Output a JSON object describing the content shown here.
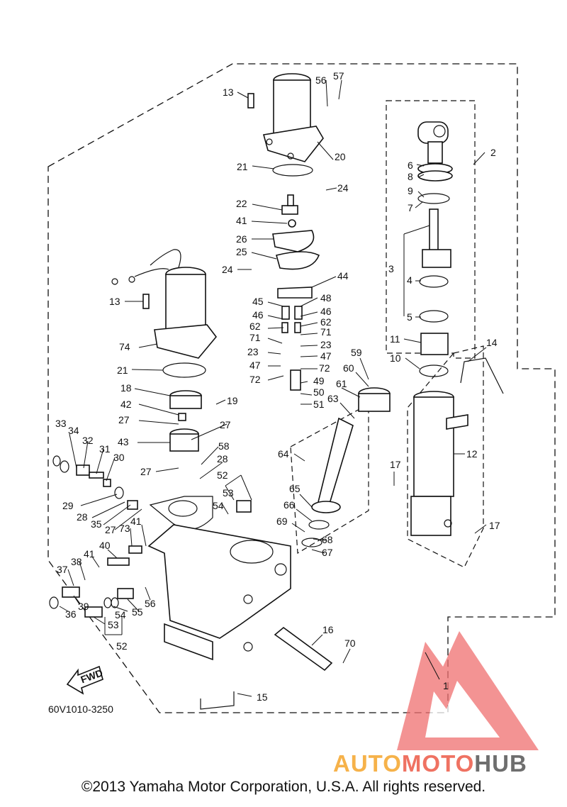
{
  "diagram": {
    "code": "60V1010-3250",
    "fwd": "FWD",
    "callouts": [
      {
        "id": "1",
        "text": "1"
      },
      {
        "id": "2",
        "text": "2"
      },
      {
        "id": "3",
        "text": "3"
      },
      {
        "id": "4",
        "text": "4"
      },
      {
        "id": "5",
        "text": "5"
      },
      {
        "id": "6",
        "text": "6"
      },
      {
        "id": "7",
        "text": "7"
      },
      {
        "id": "8",
        "text": "8"
      },
      {
        "id": "9",
        "text": "9"
      },
      {
        "id": "10",
        "text": "10"
      },
      {
        "id": "11",
        "text": "11"
      },
      {
        "id": "12",
        "text": "12"
      },
      {
        "id": "13a",
        "text": "13"
      },
      {
        "id": "13b",
        "text": "13"
      },
      {
        "id": "14",
        "text": "14"
      },
      {
        "id": "15",
        "text": "15"
      },
      {
        "id": "16",
        "text": "16"
      },
      {
        "id": "17a",
        "text": "17"
      },
      {
        "id": "17b",
        "text": "17"
      },
      {
        "id": "18",
        "text": "18"
      },
      {
        "id": "19",
        "text": "19"
      },
      {
        "id": "20",
        "text": "20"
      },
      {
        "id": "21a",
        "text": "21"
      },
      {
        "id": "21b",
        "text": "21"
      },
      {
        "id": "22",
        "text": "22"
      },
      {
        "id": "23a",
        "text": "23"
      },
      {
        "id": "23b",
        "text": "23"
      },
      {
        "id": "24a",
        "text": "24"
      },
      {
        "id": "24b",
        "text": "24"
      },
      {
        "id": "25",
        "text": "25"
      },
      {
        "id": "26",
        "text": "26"
      },
      {
        "id": "27a",
        "text": "27"
      },
      {
        "id": "27b",
        "text": "27"
      },
      {
        "id": "27c",
        "text": "27"
      },
      {
        "id": "27d",
        "text": "27"
      },
      {
        "id": "28a",
        "text": "28"
      },
      {
        "id": "28b",
        "text": "28"
      },
      {
        "id": "29",
        "text": "29"
      },
      {
        "id": "30",
        "text": "30"
      },
      {
        "id": "31",
        "text": "31"
      },
      {
        "id": "32",
        "text": "32"
      },
      {
        "id": "33",
        "text": "33"
      },
      {
        "id": "34",
        "text": "34"
      },
      {
        "id": "35",
        "text": "35"
      },
      {
        "id": "36",
        "text": "36"
      },
      {
        "id": "37",
        "text": "37"
      },
      {
        "id": "38",
        "text": "38"
      },
      {
        "id": "39",
        "text": "39"
      },
      {
        "id": "40",
        "text": "40"
      },
      {
        "id": "41a",
        "text": "41"
      },
      {
        "id": "41b",
        "text": "41"
      },
      {
        "id": "41c",
        "text": "41"
      },
      {
        "id": "42",
        "text": "42"
      },
      {
        "id": "43",
        "text": "43"
      },
      {
        "id": "44",
        "text": "44"
      },
      {
        "id": "45",
        "text": "45"
      },
      {
        "id": "46a",
        "text": "46"
      },
      {
        "id": "46b",
        "text": "46"
      },
      {
        "id": "47a",
        "text": "47"
      },
      {
        "id": "47b",
        "text": "47"
      },
      {
        "id": "48",
        "text": "48"
      },
      {
        "id": "49",
        "text": "49"
      },
      {
        "id": "50",
        "text": "50"
      },
      {
        "id": "51",
        "text": "51"
      },
      {
        "id": "52a",
        "text": "52"
      },
      {
        "id": "52b",
        "text": "52"
      },
      {
        "id": "53a",
        "text": "53"
      },
      {
        "id": "53b",
        "text": "53"
      },
      {
        "id": "54a",
        "text": "54"
      },
      {
        "id": "54b",
        "text": "54"
      },
      {
        "id": "55",
        "text": "55"
      },
      {
        "id": "56a",
        "text": "56"
      },
      {
        "id": "56b",
        "text": "56"
      },
      {
        "id": "57",
        "text": "57"
      },
      {
        "id": "58",
        "text": "58"
      },
      {
        "id": "59",
        "text": "59"
      },
      {
        "id": "60",
        "text": "60"
      },
      {
        "id": "61",
        "text": "61"
      },
      {
        "id": "62a",
        "text": "62"
      },
      {
        "id": "62b",
        "text": "62"
      },
      {
        "id": "63",
        "text": "63"
      },
      {
        "id": "64",
        "text": "64"
      },
      {
        "id": "65",
        "text": "65"
      },
      {
        "id": "66",
        "text": "66"
      },
      {
        "id": "67",
        "text": "67"
      },
      {
        "id": "68",
        "text": "68"
      },
      {
        "id": "69",
        "text": "69"
      },
      {
        "id": "70",
        "text": "70"
      },
      {
        "id": "71a",
        "text": "71"
      },
      {
        "id": "71b",
        "text": "71"
      },
      {
        "id": "72a",
        "text": "72"
      },
      {
        "id": "72b",
        "text": "72"
      },
      {
        "id": "73",
        "text": "73"
      },
      {
        "id": "74",
        "text": "74"
      }
    ]
  },
  "watermark": {
    "part1": "AUTO",
    "part2": "MOTO",
    "part3": "HUB"
  },
  "colors": {
    "watermark_auto": "#f6b24a",
    "watermark_moto": "#ef7262",
    "watermark_hub": "#6e6e6e",
    "logo_red": "#ef6f6f"
  },
  "footer": {
    "copyright": "©2013 Yamaha Motor Corporation, U.S.A. All rights reserved."
  }
}
